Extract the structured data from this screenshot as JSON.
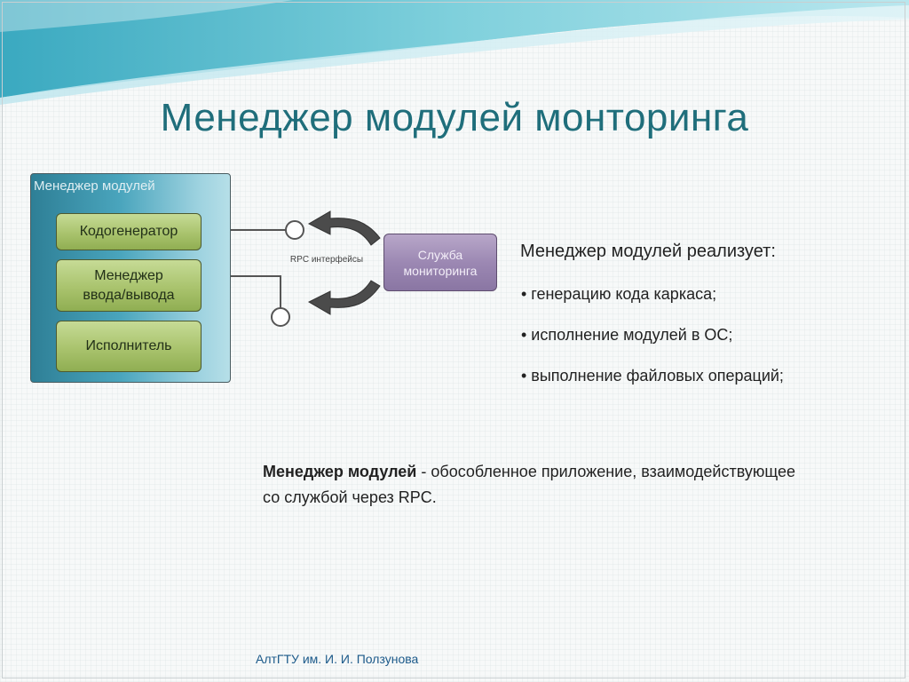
{
  "slide": {
    "title": "Менеджер модулей монторинга",
    "footer": "АлтГТУ им. И. И. Ползунова"
  },
  "diagram": {
    "module_manager_label": "Менеджер модулей",
    "components": {
      "codegen": "Кодогенератор",
      "io_manager": "Менеджер ввода/вывода",
      "executor": "Исполнитель"
    },
    "rpc_label": "RPC интерфейсы",
    "service_label": "Служба мониторинга"
  },
  "features": {
    "heading": "Менеджер модулей реализует:",
    "items": [
      "• генерацию кода каркаса;",
      "• исполнение модулей в ОС;",
      "• выполнение файловых операций;"
    ]
  },
  "summary": {
    "bold": "Менеджер модулей",
    "rest": " - обособленное приложение, взаимодействующее со службой через RPC."
  },
  "colors": {
    "title": "#1f6e7b",
    "wave": "#55b5c8",
    "module_manager": "#3a93ac",
    "component": "#a9c36d",
    "service": "#9c88b3"
  }
}
